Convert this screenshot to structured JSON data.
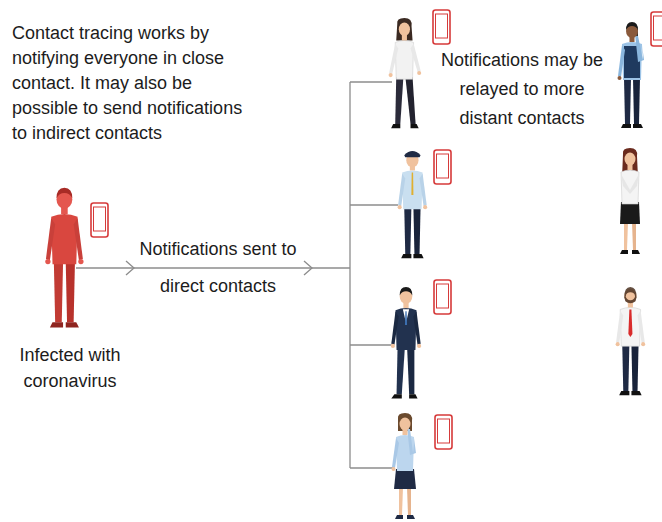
{
  "diagram": {
    "labels": [
      "Contact tracing works by notifying everyone in close contact. It may also be possible to send notifications to indirect contacts",
      "Notifications may be relayed to more distant contacts",
      "Notifications sent to direct contacts",
      "Infected with coronavirus"
    ]
  }
}
